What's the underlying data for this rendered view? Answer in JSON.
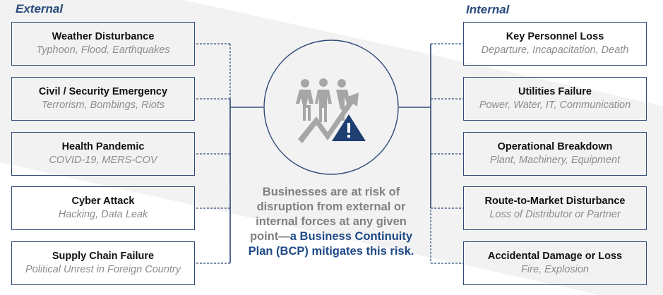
{
  "external": {
    "heading": "External",
    "items": [
      {
        "title": "Weather Disturbance",
        "subtitle": "Typhoon, Flood, Earthquakes"
      },
      {
        "title": "Civil / Security Emergency",
        "subtitle": "Terrorism, Bombings, Riots"
      },
      {
        "title": "Health Pandemic",
        "subtitle": "COVID-19, MERS-COV"
      },
      {
        "title": "Cyber Attack",
        "subtitle": "Hacking, Data Leak"
      },
      {
        "title": "Supply Chain Failure",
        "subtitle": "Political Unrest in Foreign Country"
      }
    ]
  },
  "internal": {
    "heading": "Internal",
    "items": [
      {
        "title": "Key Personnel Loss",
        "subtitle": "Departure, Incapacitation, Death"
      },
      {
        "title": "Utilities Failure",
        "subtitle": "Power, Water, IT, Communication"
      },
      {
        "title": "Operational Breakdown",
        "subtitle": "Plant, Machinery, Equipment"
      },
      {
        "title": "Route-to-Market Disturbance",
        "subtitle": "Loss of Distributor or Partner"
      },
      {
        "title": "Accidental Damage or Loss",
        "subtitle": "Fire, Explosion"
      }
    ]
  },
  "center": {
    "icon": "people-risk-warning-icon",
    "message_plain": "Businesses are at risk of disruption from external or internal forces at any given point—",
    "message_highlight": "a Business Continuity Plan (BCP) mitigates this risk."
  },
  "colors": {
    "navy": "#2f4a78",
    "accent": "#1f4a86",
    "band": "#f2f2f2",
    "gray_text": "#808080"
  }
}
